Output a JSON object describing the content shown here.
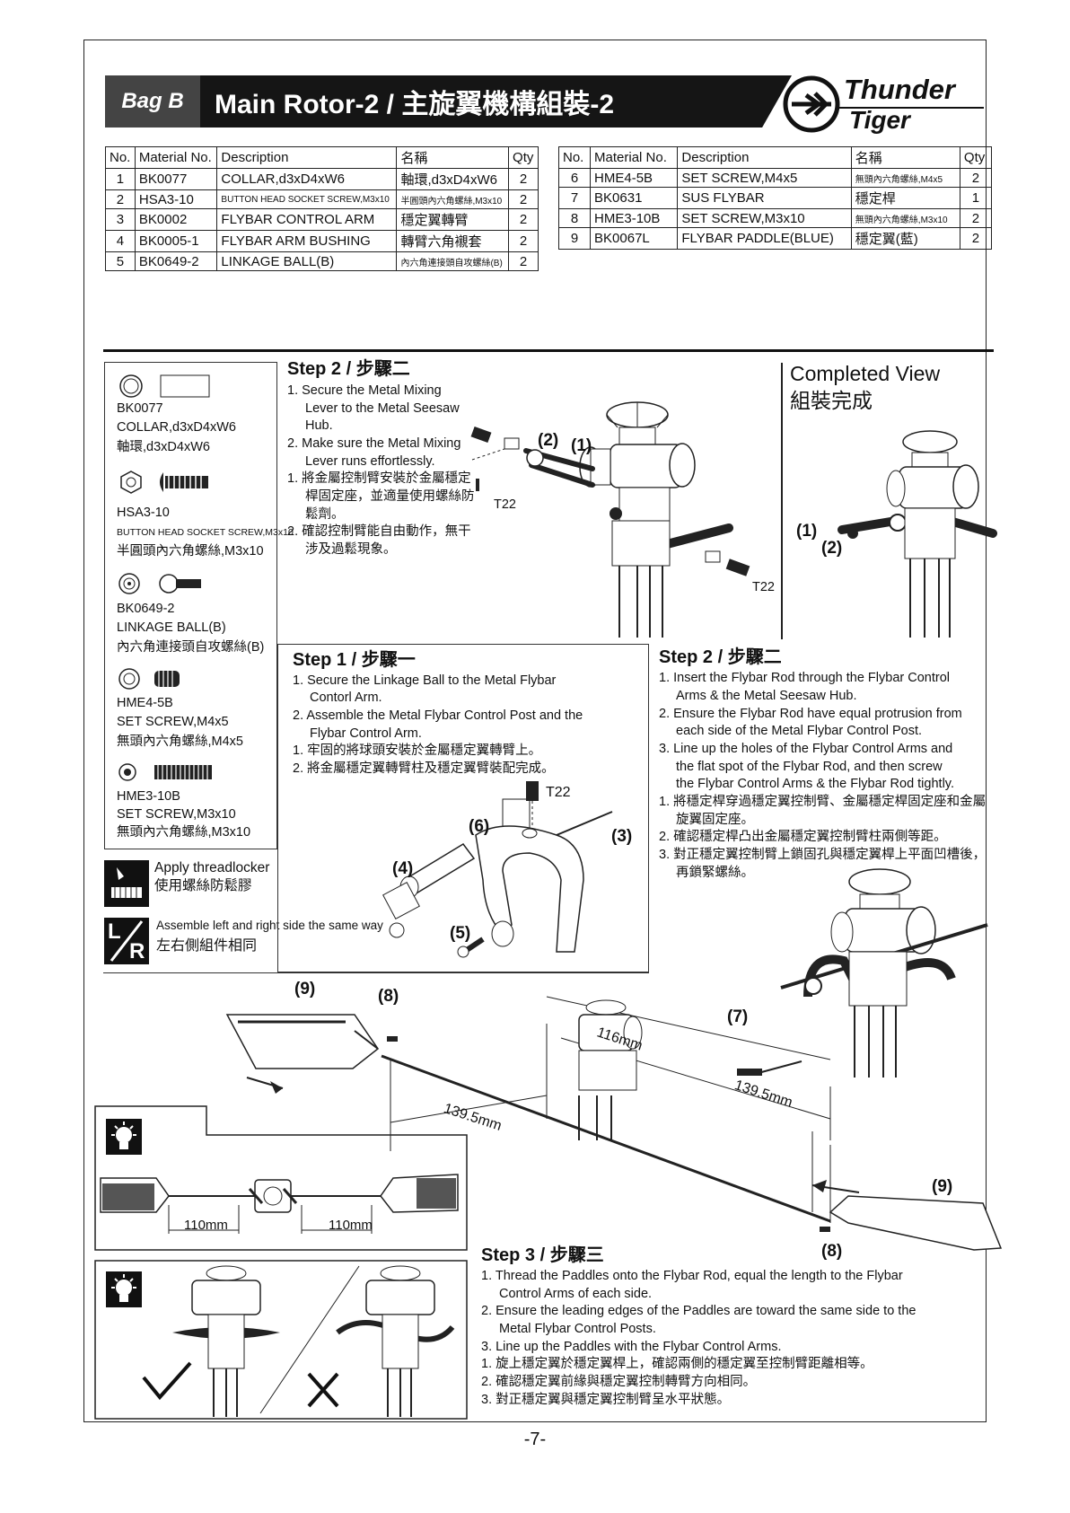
{
  "header": {
    "bag": "Bag B",
    "title": "Main Rotor-2 / 主旋翼機構組裝-2",
    "brand_line1": "Thunder",
    "brand_line2": "Tiger"
  },
  "table_headers": [
    "No.",
    "Material No.",
    "Description",
    "名稱",
    "Qty"
  ],
  "table_left": [
    [
      "1",
      "BK0077",
      "COLLAR,d3xD4xW6",
      "軸環,d3xD4xW6",
      "2"
    ],
    [
      "2",
      "HSA3-10",
      "BUTTON HEAD SOCKET SCREW,M3x10",
      "半圓頭內六角螺絲,M3x10",
      "2"
    ],
    [
      "3",
      "BK0002",
      "FLYBAR CONTROL ARM",
      "穩定翼轉臂",
      "2"
    ],
    [
      "4",
      "BK0005-1",
      "FLYBAR ARM BUSHING",
      "轉臂六角襯套",
      "2"
    ],
    [
      "5",
      "BK0649-2",
      "LINKAGE BALL(B)",
      "內六角連接頭自攻螺絲(B)",
      "2"
    ]
  ],
  "table_right": [
    [
      "6",
      "HME4-5B",
      "SET SCREW,M4x5",
      "無頭內六角螺絲,M4x5",
      "2"
    ],
    [
      "7",
      "BK0631",
      "SUS FLYBAR",
      "穩定桿",
      "1"
    ],
    [
      "8",
      "HME3-10B",
      "SET SCREW,M3x10",
      "無頭內六角螺絲,M3x10",
      "2"
    ],
    [
      "9",
      "BK0067L",
      "FLYBAR PADDLE(BLUE)",
      "穩定翼(藍)",
      "2"
    ]
  ],
  "legend": [
    {
      "code": "BK0077",
      "desc": "COLLAR,d3xD4xW6",
      "zh": "軸環,d3xD4xW6"
    },
    {
      "code": "HSA3-10",
      "desc": "BUTTON HEAD SOCKET SCREW,M3x10",
      "zh": "半圓頭內六角螺絲,M3x10"
    },
    {
      "code": "BK0649-2",
      "desc": "LINKAGE BALL(B)",
      "zh": "內六角連接頭自攻螺絲(B)"
    },
    {
      "code": "HME4-5B",
      "desc": "SET SCREW,M4x5",
      "zh": "無頭內六角螺絲,M4x5"
    },
    {
      "code": "HME3-10B",
      "desc": "SET SCREW,M3x10",
      "zh": "無頭內六角螺絲,M3x10"
    }
  ],
  "notes": {
    "threadlocker": "Apply threadlocker",
    "threadlocker_zh": "使用螺絲防鬆膠",
    "lr": "Assemble left and right side the same way",
    "lr_zh": "左右側組件相同",
    "lr_l": "L",
    "lr_r": "R"
  },
  "step2a": {
    "title": "Step 2 / 步驟二",
    "lines": [
      "1. Secure the Metal Mixing",
      "Lever to the Metal Seesaw",
      "Hub.",
      "2. Make sure the Metal Mixing",
      "Lever runs effortlessly.",
      "1. 將金屬控制臂安裝於金屬穩定",
      "桿固定座，並適量使用螺絲防",
      "鬆劑。",
      "2. 確認控制臂能自由動作，無干",
      "涉及過鬆現象。"
    ]
  },
  "completed": {
    "en": "Completed View",
    "zh": "組裝完成"
  },
  "step1": {
    "title": "Step 1 / 步驟一",
    "lines": [
      "1. Secure the Linkage Ball to the Metal Flybar",
      "Contorl Arm.",
      "2. Assemble the Metal Flybar Control Post and the",
      "Flybar Control Arm.",
      "1. 牢固的將球頭安裝於金屬穩定翼轉臂上。",
      "2. 將金屬穩定翼轉臂柱及穩定翼臂裝配完成。"
    ]
  },
  "step2b": {
    "title": "Step 2 / 步驟二",
    "lines": [
      "1. Insert the Flybar Rod through the Flybar Control",
      "Arms & the Metal Seesaw Hub.",
      "2. Ensure the Flybar Rod have equal protrusion from",
      "each side of the Metal Flybar Control Post.",
      "3. Line up the holes of the Flybar Control Arms and",
      "the flat spot of the Flybar Rod, and then screw",
      "the Flybar Control Arms & the Flybar Rod tightly.",
      "1. 將穩定桿穿過穩定翼控制臂、金屬穩定桿固定座和金屬",
      "旋翼固定座。",
      "2. 確認穩定桿凸出金屬穩定翼控制臂柱兩側等距。",
      "3. 對正穩定翼控制臂上鎖固孔與穩定翼桿上平面凹槽後，",
      "再鎖緊螺絲。"
    ]
  },
  "step3": {
    "title": "Step 3 / 步驟三",
    "lines": [
      "1. Thread the Paddles onto the Flybar Rod, equal the length to the Flybar",
      "Control Arms of each side.",
      "2. Ensure the leading edges of the Paddles are toward the same side to the",
      "Metal Flybar Control Posts.",
      "3. Line up the Paddles with the Flybar Control Arms.",
      "1. 旋上穩定翼於穩定翼桿上，確認兩側的穩定翼至控制臂距離相等。",
      "2. 確認穩定翼前緣與穩定翼控制轉臂方向相同。",
      "3. 對正穩定翼與穩定翼控制臂呈水平狀態。"
    ]
  },
  "labels": {
    "p1": "(1)",
    "p2": "(2)",
    "p3": "(3)",
    "p4": "(4)",
    "p5": "(5)",
    "p6": "(6)",
    "p7": "(7)",
    "p8": "(8)",
    "p9": "(9)",
    "tool": "T22"
  },
  "dims": {
    "d116": "116mm",
    "d1395": "139.5mm",
    "d110": "110mm"
  },
  "page_number": "-7-"
}
